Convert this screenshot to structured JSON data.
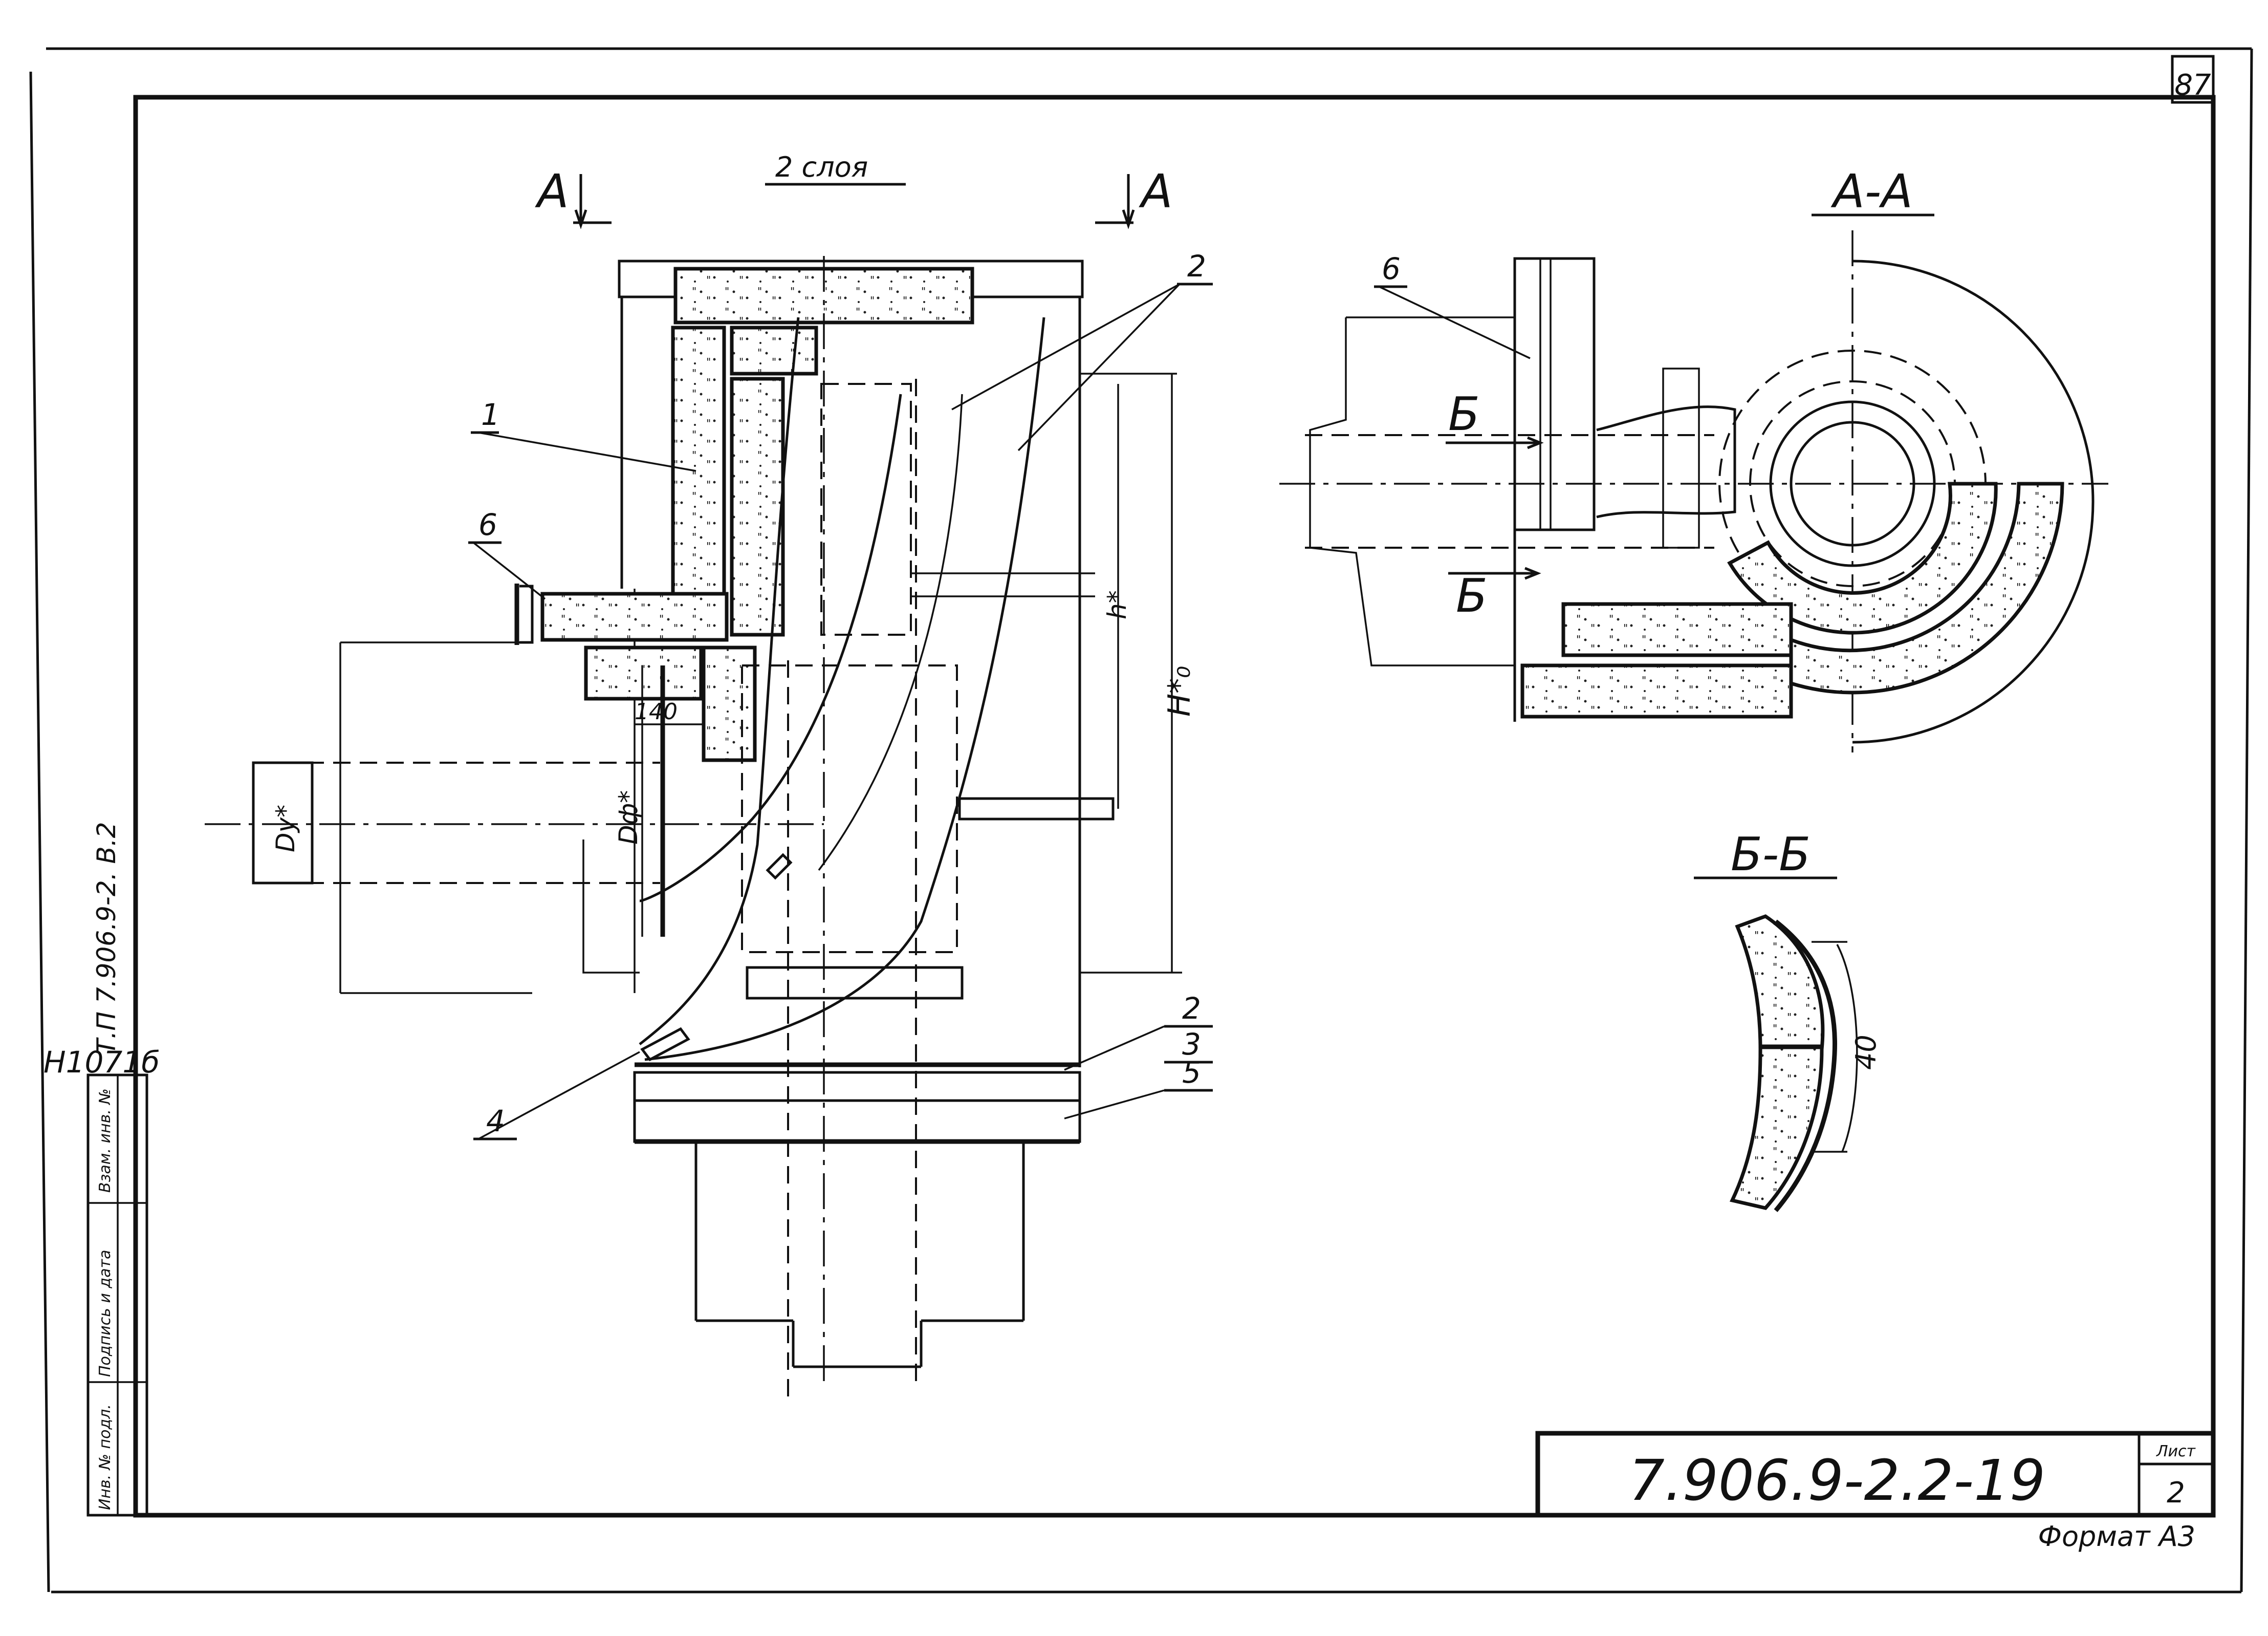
{
  "sheet": {
    "page_number": "87",
    "format": "Формат А3"
  },
  "title_block": {
    "document_code": "7.906.9-2.2-19",
    "sheet_label": "Лист",
    "sheet_number": "2"
  },
  "side_strip": {
    "project_ref": "Т.П 7.906.9-2.    В.2",
    "archive_code": "Н1071б",
    "field_inv_no": "Инв. № подл.",
    "field_signature": "Подпись и дата",
    "field_replaced": "Взам. инв. №"
  },
  "main_view": {
    "cut_left": "А",
    "cut_right": "А",
    "note_layers": "2 слоя",
    "dim_h": "h*",
    "dim_H0": "H*₀",
    "dim_Df": "Dф*",
    "dim_Dy": "Dу*",
    "dim_140": "140",
    "callouts": [
      "1",
      "2",
      "6",
      "2",
      "3",
      "5",
      "4"
    ]
  },
  "section_AA": {
    "title": "А-А",
    "cut_b_top": "Б",
    "cut_b_bottom": "Б",
    "callout_6": "6"
  },
  "section_BB": {
    "title": "Б-Б",
    "dim_40": "40"
  },
  "colors": {
    "ink": "#111111",
    "paper": "#ffffff"
  },
  "icons": [
    "insulation-hatch-pattern",
    "section-arrow-icon"
  ]
}
